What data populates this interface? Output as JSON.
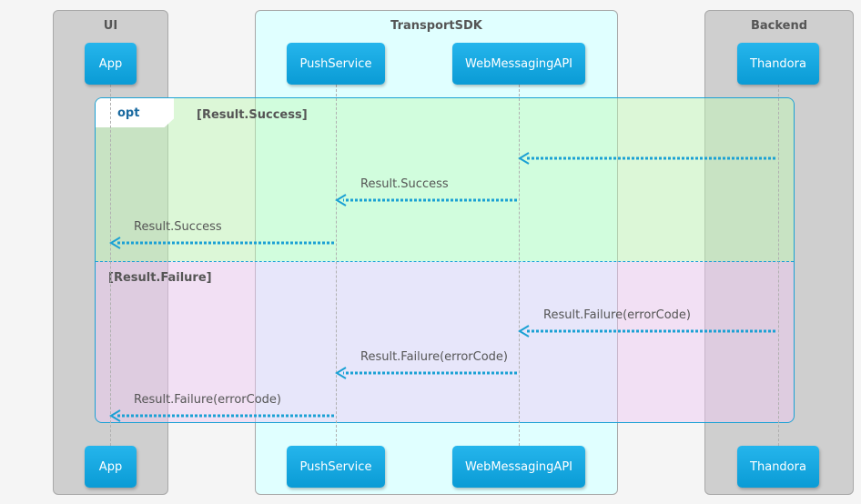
{
  "boxes": {
    "ui": "UI",
    "transport": "TransportSDK",
    "backend": "Backend"
  },
  "participants": {
    "app": "App",
    "push": "PushService",
    "web": "WebMessagingAPI",
    "thandora": "Thandora"
  },
  "fragment": {
    "operator": "opt",
    "guard_success": "[Result.Success]",
    "guard_failure": "[Result.Failure]"
  },
  "messages": [
    {
      "from": "Thandora",
      "to": "WebMessagingAPI",
      "label": ""
    },
    {
      "from": "WebMessagingAPI",
      "to": "PushService",
      "label": "Result.Success"
    },
    {
      "from": "PushService",
      "to": "App",
      "label": "Result.Success"
    },
    {
      "from": "Thandora",
      "to": "WebMessagingAPI",
      "label": "Result.Failure(errorCode)"
    },
    {
      "from": "WebMessagingAPI",
      "to": "PushService",
      "label": "Result.Failure(errorCode)"
    },
    {
      "from": "PushService",
      "to": "App",
      "label": "Result.Failure(errorCode)"
    }
  ],
  "colors": {
    "arrow": "#1ba1d4",
    "participant": "#0ea5e0",
    "ui_box": "#cfcfcf",
    "transport_box": "#e0ffff",
    "success_section": "#d5f0cc",
    "failure_section": "#ead5f2"
  }
}
